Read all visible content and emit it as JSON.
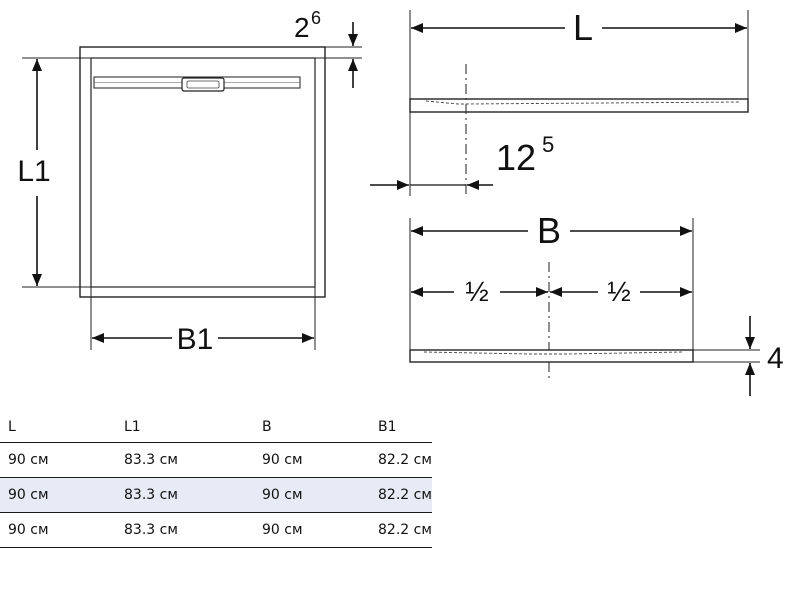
{
  "drawing": {
    "label_L": "L",
    "label_L1": "L1",
    "label_B": "B",
    "label_B1": "B1",
    "drop_base": "2",
    "drop_sup": "6",
    "offset_base": "12",
    "offset_sup": "5",
    "half_left": "½",
    "half_right": "½",
    "height": "4"
  },
  "table": {
    "headers": [
      "L",
      "L1",
      "B",
      "B1"
    ],
    "rows": [
      [
        "90 см",
        "83.3 см",
        "90 см",
        "82.2 см"
      ],
      [
        "90 см",
        "83.3 см",
        "90 см",
        "82.2 см"
      ],
      [
        "90 см",
        "83.3 см",
        "90 см",
        "82.2 см"
      ]
    ]
  }
}
